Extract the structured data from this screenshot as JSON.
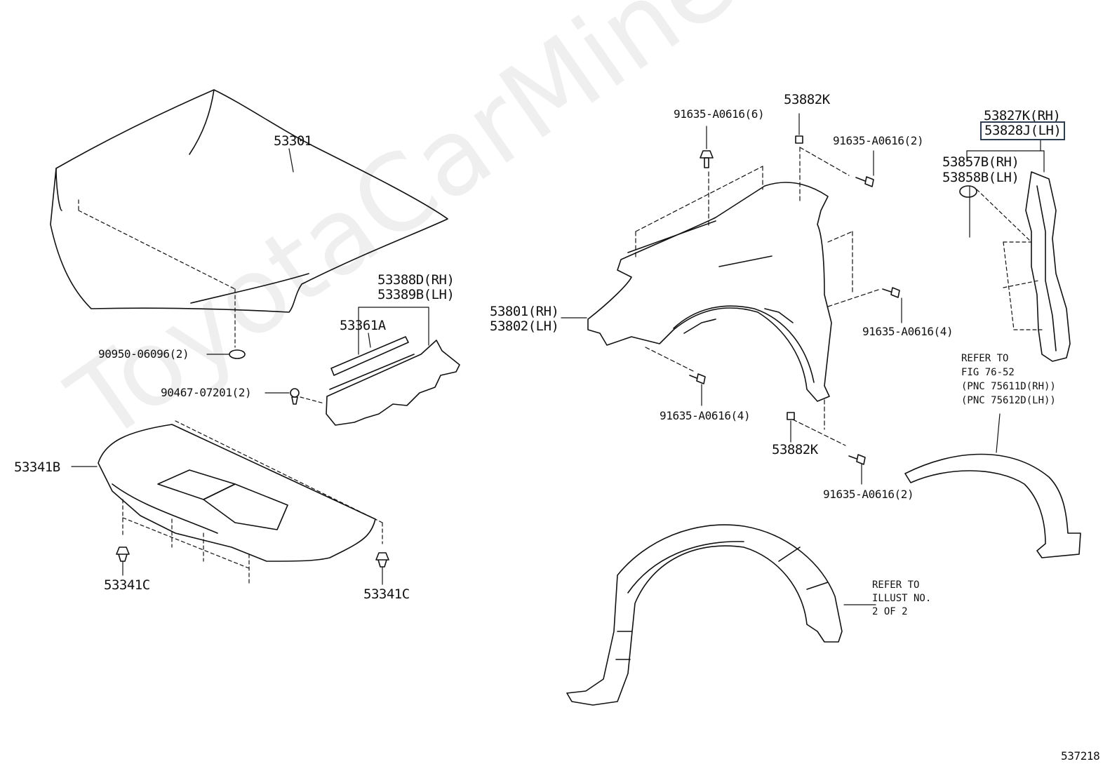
{
  "watermark": "ToyotaCarMine.ru",
  "figure_number": "537218",
  "parts": {
    "hood": "53301",
    "hood_grommet": "90950-06096(2)",
    "hood_clip": "90467-07201(2)",
    "seal_rh": "53388D(RH)",
    "seal_lh": "53389B(LH)",
    "seal_strip": "53361A",
    "hood_insulator": "53341B",
    "insulator_clip_left": "53341C",
    "insulator_clip_right": "53341C",
    "fender_rh": "53801(RH)",
    "fender_lh": "53802(LH)",
    "bolt_top": "91635-A0616(6)",
    "nut_top": "53882K",
    "bolt_top_right": "91635-A0616(2)",
    "bolt_mid_right": "91635-A0616(4)",
    "bolt_bottom_left": "91635-A0616(4)",
    "nut_bottom": "53882K",
    "bolt_bottom_right": "91635-A0616(2)",
    "liner_rh": "53827K(RH)",
    "liner_lh": "53828J(LH)",
    "clip_rh": "53857B(RH)",
    "clip_lh": "53858B(LH)"
  },
  "notes": {
    "refer_fig_1": "REFER TO",
    "refer_fig_2": "FIG 76-52",
    "refer_fig_3": "(PNC 75611D(RH))",
    "refer_fig_4": "(PNC 75612D(LH))",
    "refer_illust_1": "REFER TO",
    "refer_illust_2": "ILLUST NO.",
    "refer_illust_3": "2 OF 2"
  }
}
